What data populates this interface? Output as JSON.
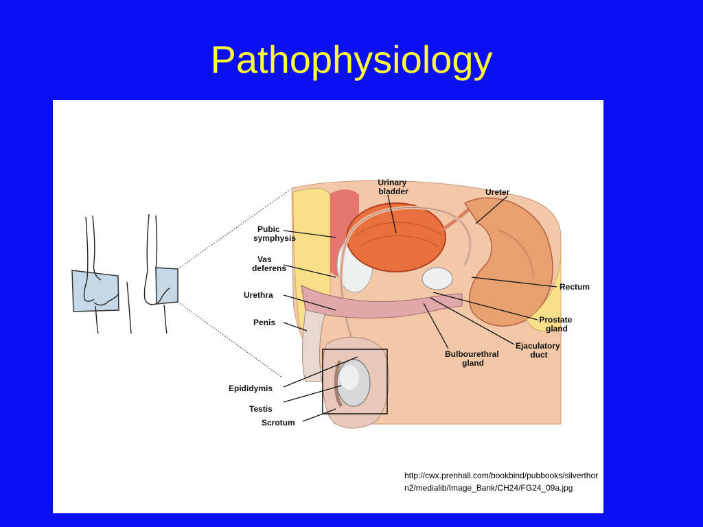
{
  "slide": {
    "title": "Pathophysiology"
  },
  "figure": {
    "labels": {
      "urinary_bladder": [
        "Urinary",
        "bladder"
      ],
      "ureter": "Ureter",
      "pubic_symphysis": [
        "Pubic",
        "symphysis"
      ],
      "vas_deferens": [
        "Vas",
        "deferens"
      ],
      "urethra": "Urethra",
      "penis": "Penis",
      "epididymis": "Epididymis",
      "testis": "Testis",
      "scrotum": "Scrotum",
      "rectum": "Rectum",
      "prostate_gland": [
        "Prostate",
        "gland"
      ],
      "ejaculatory_duct": [
        "Ejaculatory",
        "duct"
      ],
      "bulbourethral_gland": [
        "Bulbourethral",
        "gland"
      ]
    },
    "caption": "http://cwx.prenhall.com/bookbind/pubbooks/silverthorn2/medialib/Image_Bank/CH24/FG24_09a.jpg"
  }
}
